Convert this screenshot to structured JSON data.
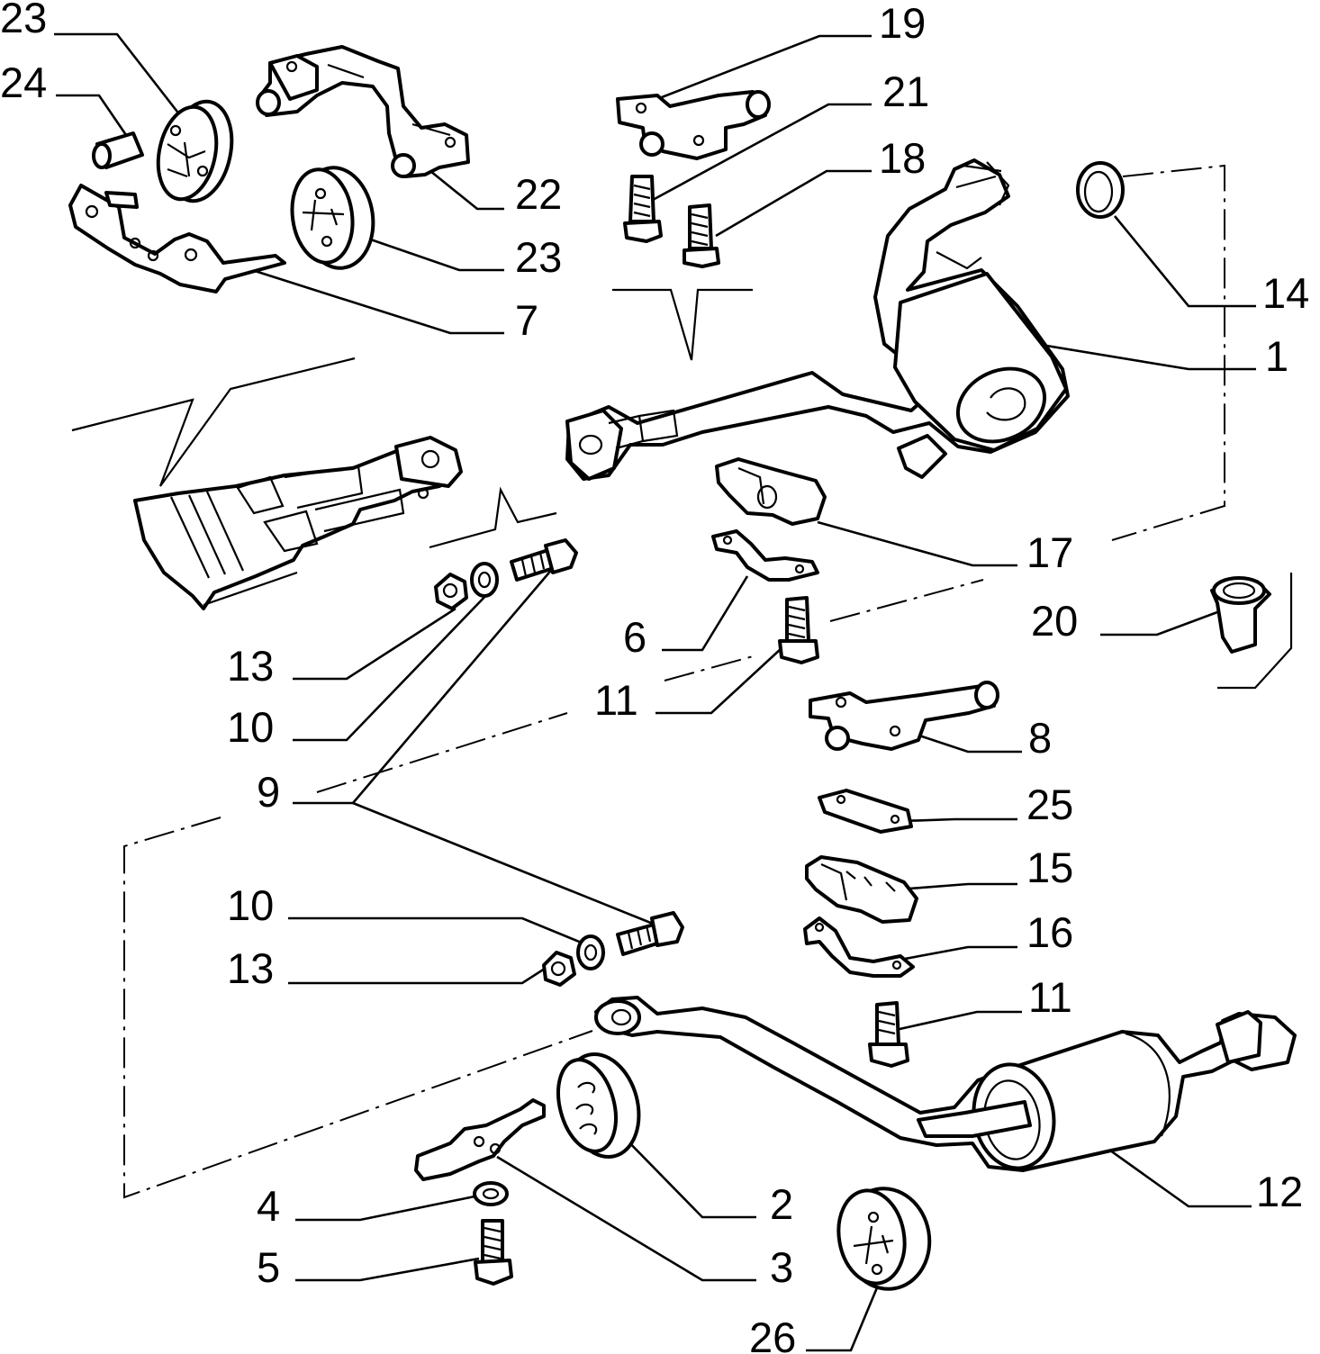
{
  "diagram": {
    "callouts": {
      "c23a": "23",
      "c24": "24",
      "c22": "22",
      "c23b": "23",
      "c7": "7",
      "c19": "19",
      "c21": "21",
      "c18": "18",
      "c14": "14",
      "c1": "1",
      "c17": "17",
      "c20": "20",
      "c6": "6",
      "c13a": "13",
      "c10a": "10",
      "c11a": "11",
      "c9": "9",
      "c8": "8",
      "c25": "25",
      "c15": "15",
      "c16": "16",
      "c10b": "10",
      "c13b": "13",
      "c11b": "11",
      "c4": "4",
      "c2": "2",
      "c12": "12",
      "c5": "5",
      "c3": "3",
      "c26": "26"
    }
  }
}
